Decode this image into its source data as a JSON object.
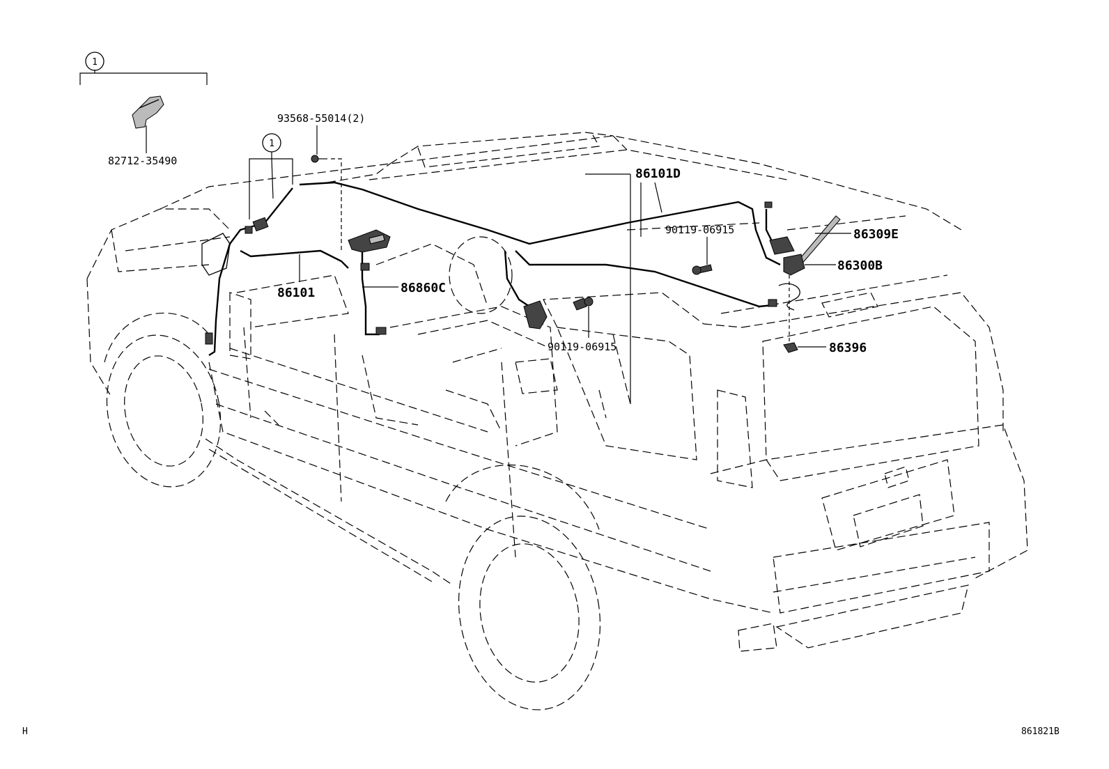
{
  "diagram": {
    "callouts": {
      "group_top": "1",
      "group_mid": "1"
    },
    "parts": {
      "p82712": "82712-35490",
      "p93568": "93568-55014(2)",
      "p86101D": "86101D",
      "p90119_a": "90119-06915",
      "p86309E": "86309E",
      "p86300B": "86300B",
      "p86101": "86101",
      "p86860C": "86860C",
      "p90119_b": "90119-06915",
      "p86396": "86396"
    },
    "footer": {
      "left_code": "H",
      "right_code": "861821B"
    }
  }
}
